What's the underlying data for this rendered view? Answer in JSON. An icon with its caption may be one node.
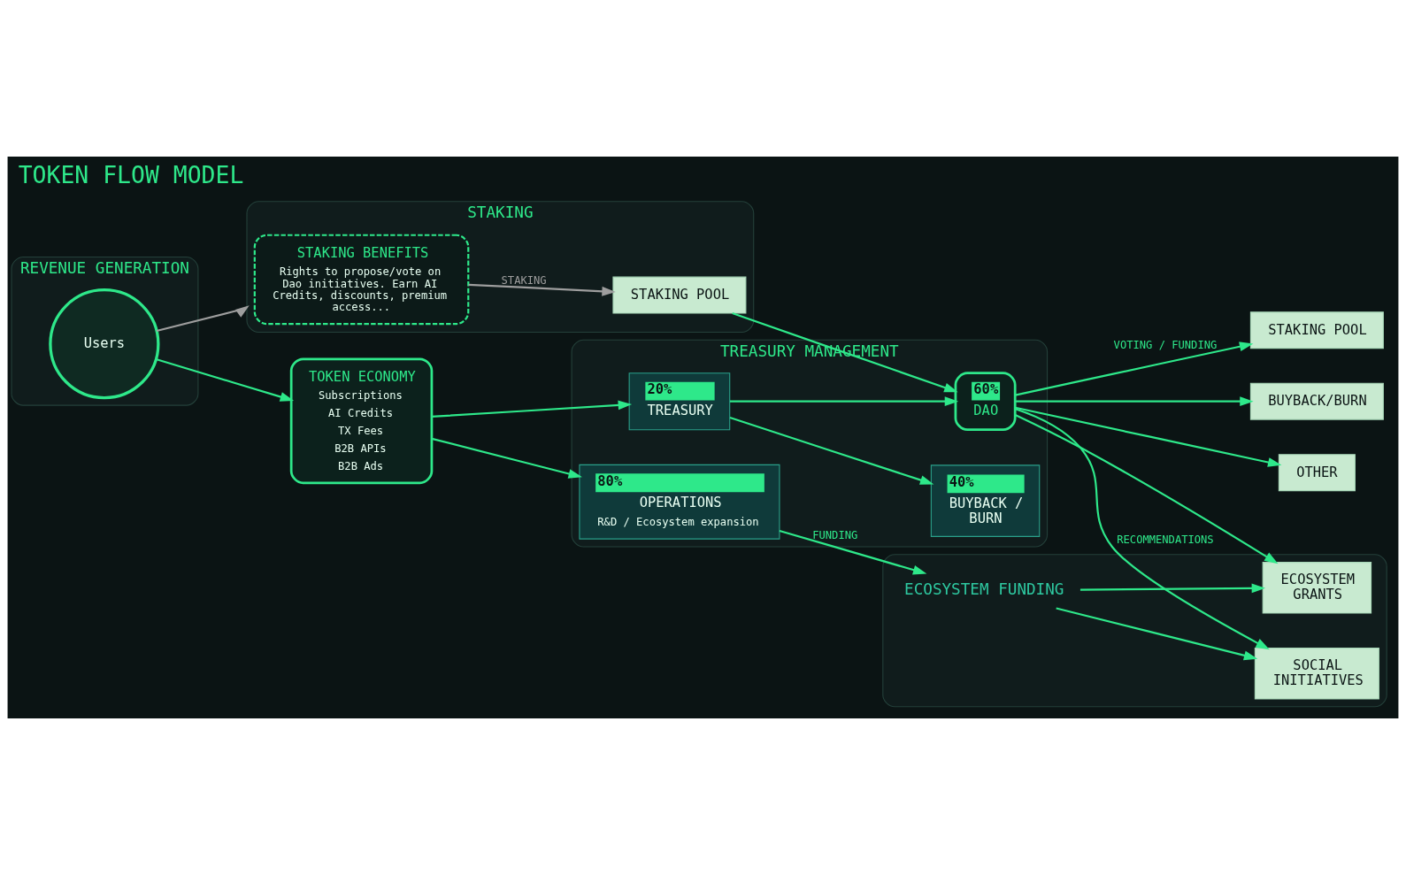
{
  "diagram": {
    "title": "TOKEN FLOW MODEL",
    "nodes": [
      {
        "text": [
          "REVENUE GENERATION"
        ]
      },
      {
        "text": [
          "Users"
        ],
        "in": 0
      },
      {
        "text": [
          "TOKEN ECONOMY",
          "Subscriptions",
          "AI Credits",
          "TX Fees",
          "B2B APIs",
          "B2B Ads"
        ]
      },
      {
        "text": [
          "TREASURY MANAGEMENT"
        ]
      },
      {
        "text": [
          "80%",
          "OPERATIONS",
          "R&D / Ecosystem expansion"
        ],
        "in": 3
      },
      {
        "text": [
          "20%",
          "TREASURY"
        ],
        "in": 3
      },
      {
        "text": [
          "40%",
          "BUYBACK / BURN"
        ],
        "in": 3
      },
      {
        "text": [
          "60%",
          "DAO"
        ],
        "in": 3
      },
      {
        "text": [
          "ECOSYSTEM FUNDING"
        ]
      },
      {
        "text": [
          "SOCIAL INITIATIVES"
        ],
        "in": 8
      },
      {
        "text": [
          "ECOSYSTEM GRANTS"
        ],
        "in": 8
      },
      {
        "text": [
          "STAKING"
        ]
      },
      {
        "text": [
          "STAKING BENEFITS",
          "Rights to propose/vote on Dao initiatives. Earn AI Credits, discounts, premium access..."
        ],
        "in": 11
      },
      {
        "text": [
          "STAKING POOL"
        ],
        "in": 11
      },
      {
        "text": [
          "STAKING POOL"
        ]
      },
      {
        "text": [
          "BUYBACK/BURN"
        ]
      },
      {
        "text": [
          "OTHER"
        ]
      }
    ],
    "edges": [
      {
        "from": 1,
        "to": 11,
        "arrow": "to",
        "color": "#9e9e9e"
      },
      {
        "from": 1,
        "to": 2,
        "arrow": "to"
      },
      {
        "from": 2,
        "to": 4,
        "arrow": "to"
      },
      {
        "from": 2,
        "to": 5,
        "arrow": "to"
      },
      {
        "from": 4,
        "to": 8,
        "arrow": "to",
        "label": "FUNDING"
      },
      {
        "from": 5,
        "to": 6,
        "arrow": "to"
      },
      {
        "from": 5,
        "to": 7,
        "arrow": "to"
      },
      {
        "from": 7,
        "to": 9,
        "arrow": "to",
        "label": "RECOMMENDATIONS"
      },
      {
        "from": 8,
        "to": 9,
        "arrow": "to"
      },
      {
        "from": 8,
        "to": 10,
        "arrow": "to"
      },
      {
        "from": 7,
        "to": 14,
        "arrow": "to",
        "label": "VOTING / FUNDING"
      },
      {
        "from": 7,
        "to": 15,
        "arrow": "to"
      },
      {
        "from": 7,
        "to": 16,
        "arrow": "to"
      },
      {
        "from": 7,
        "to": 10,
        "arrow": "to"
      },
      {
        "from": 12,
        "to": 13,
        "arrow": "to",
        "label": "STAKING",
        "color": "#9e9e9e"
      },
      {
        "from": 13,
        "to": 7,
        "arrow": "to"
      }
    ]
  }
}
